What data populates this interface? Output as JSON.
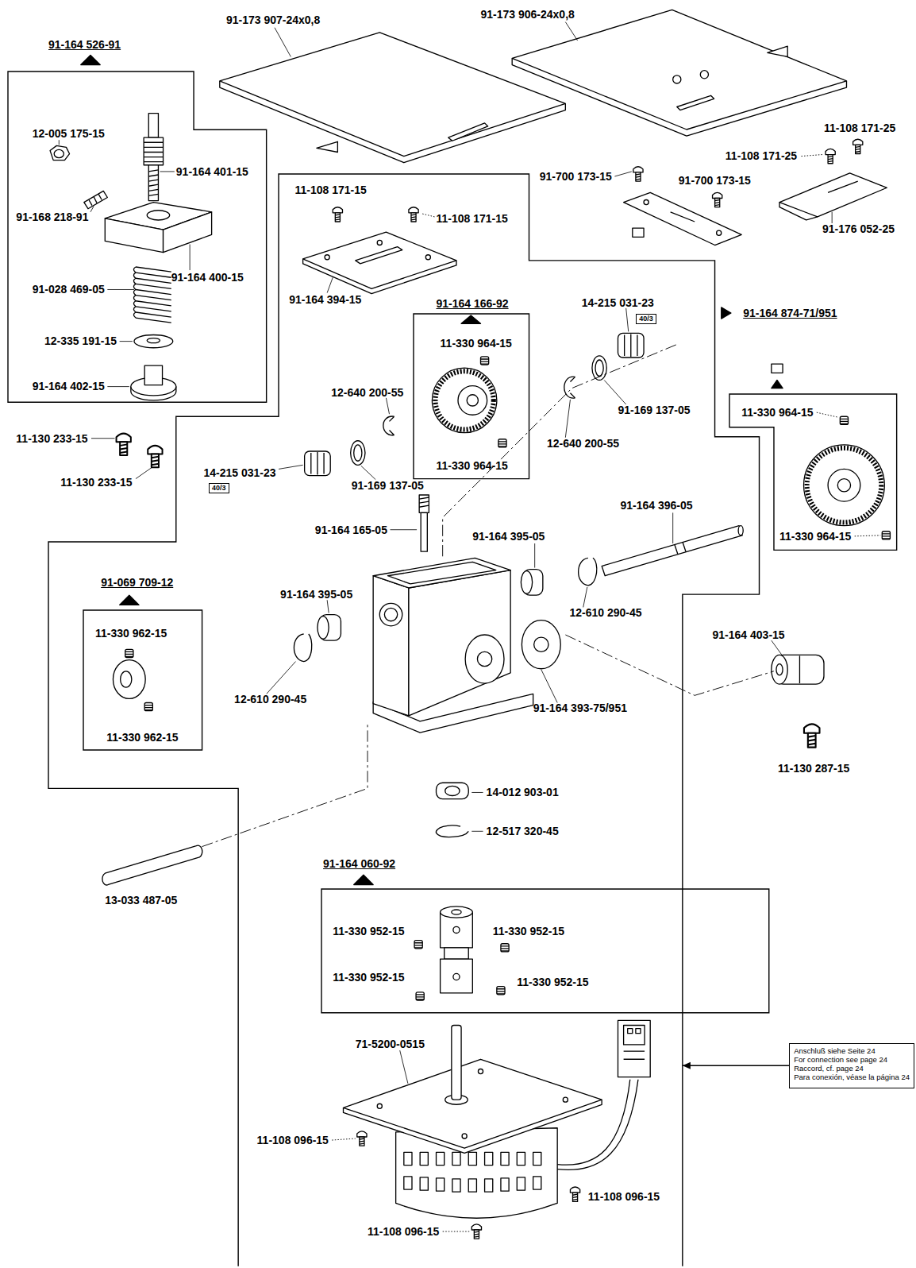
{
  "diagram": {
    "nodes": [
      {
        "text": [
          "91-164 526-91",
          "12-005 175-15",
          "91-164 401-15",
          "91-168 218-91",
          "91-164 400-15",
          "91-028 469-05",
          "12-335 191-15",
          "91-164 402-15"
        ]
      },
      {
        "text": [
          "11-108 171-15",
          "11-108 171-15",
          "91-164 394-15",
          "12-640 200-55",
          "14-215 031-23",
          "91-169 137-05",
          "12-640 200-55",
          "14-215 031-23",
          "91-169 137-05",
          "91-164 165-05",
          "91-164 396-05",
          "91-164 395-05",
          "91-164 395-05",
          "12-610 290-45",
          "12-610 290-45",
          "91-164 393-75/951",
          "14-012 903-01",
          "12-517 320-45",
          "71-5200-0515",
          "11-108 096-15",
          "11-108 096-15",
          "11-108 096-15"
        ]
      },
      {
        "text": [
          "91-164 166-92",
          "11-330 964-15",
          "11-330 964-15"
        ],
        "in": 1
      },
      {
        "text": [
          "40/3"
        ],
        "in": 1
      },
      {
        "text": [
          "91-164 874-71/951",
          "11-330 964-15",
          "11-330 964-15"
        ]
      },
      {
        "text": [
          "40/3"
        ],
        "in": 1
      },
      {
        "text": [
          "91-069 709-12",
          "11-330 962-15",
          "11-330 962-15"
        ],
        "in": 1
      },
      {
        "text": [
          "91-164 060-92",
          "11-330 952-15",
          "11-330 952-15",
          "11-330 952-15",
          "11-330 952-15"
        ],
        "in": 1
      },
      {
        "text": [
          "Anschluß siehe Seite 24",
          "For connection see page 24",
          "Raccord, cf. page 24",
          "Para conexión, véase la página 24"
        ]
      }
    ],
    "edges": [
      {
        "from": 8,
        "to": 1,
        "arrow": "to"
      }
    ],
    "labels": [
      "91-173 907-24x0,8",
      "91-173 906-24x0,8",
      "11-108 171-25",
      "11-108 171-25",
      "91-700 173-15",
      "91-700 173-15",
      "91-176 052-25",
      "11-130 233-15",
      "11-130 233-15",
      "91-164 403-15",
      "11-130 287-15",
      "13-033 487-05"
    ]
  }
}
